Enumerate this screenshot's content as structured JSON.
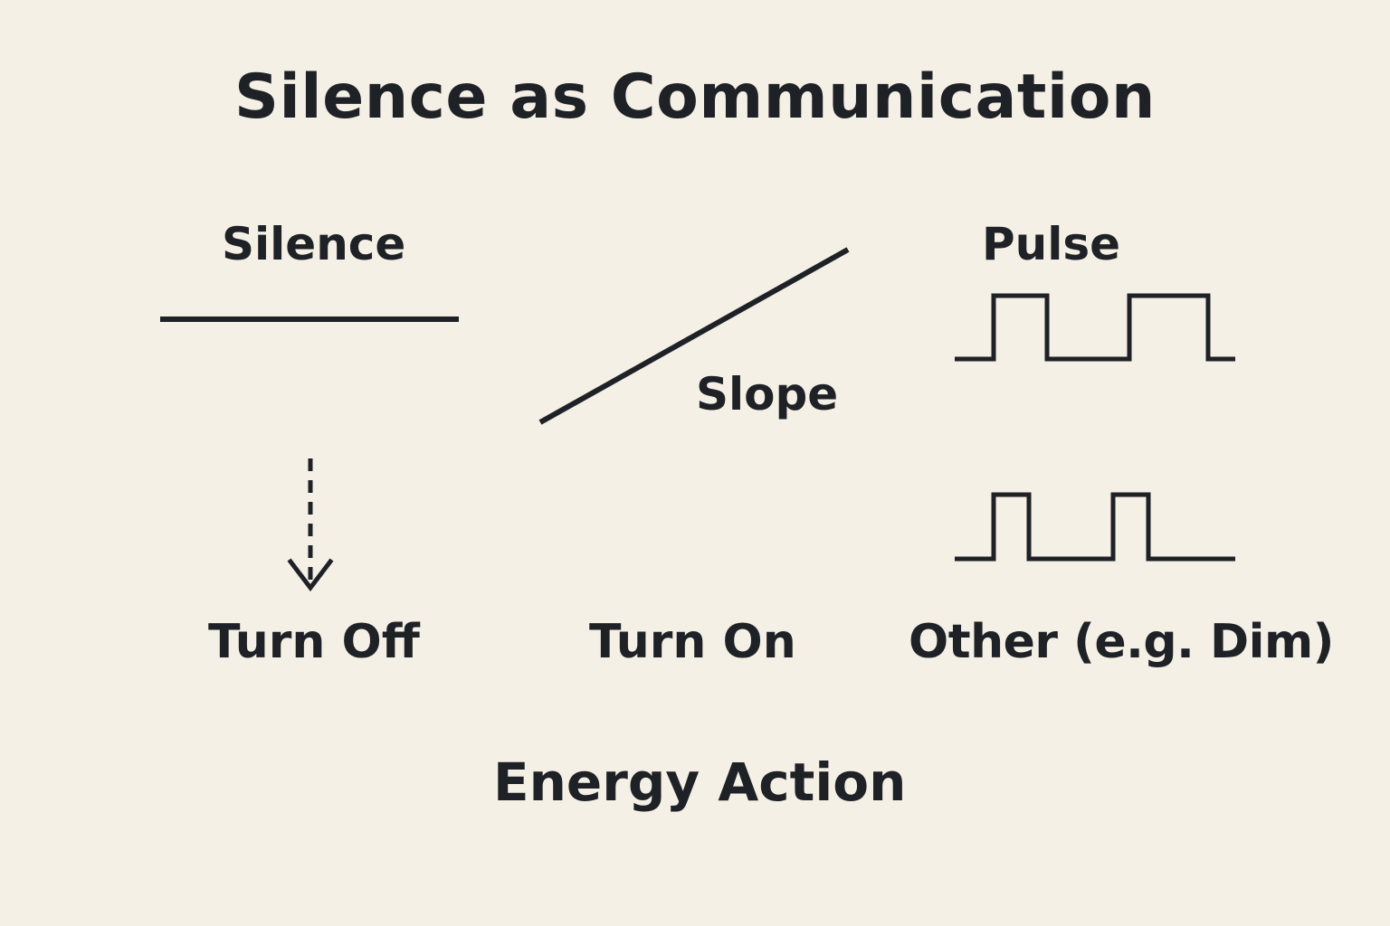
{
  "title": "Silence as Communication",
  "signals": {
    "silence": "Silence",
    "slope": "Slope",
    "pulse": "Pulse"
  },
  "actions": {
    "turn_off": "Turn Off",
    "turn_on": "Turn On",
    "other": "Other (e.g. Dim)"
  },
  "footer": "Energy Action",
  "colors": {
    "background": "#f5f0e6",
    "ink": "#1e2126"
  }
}
